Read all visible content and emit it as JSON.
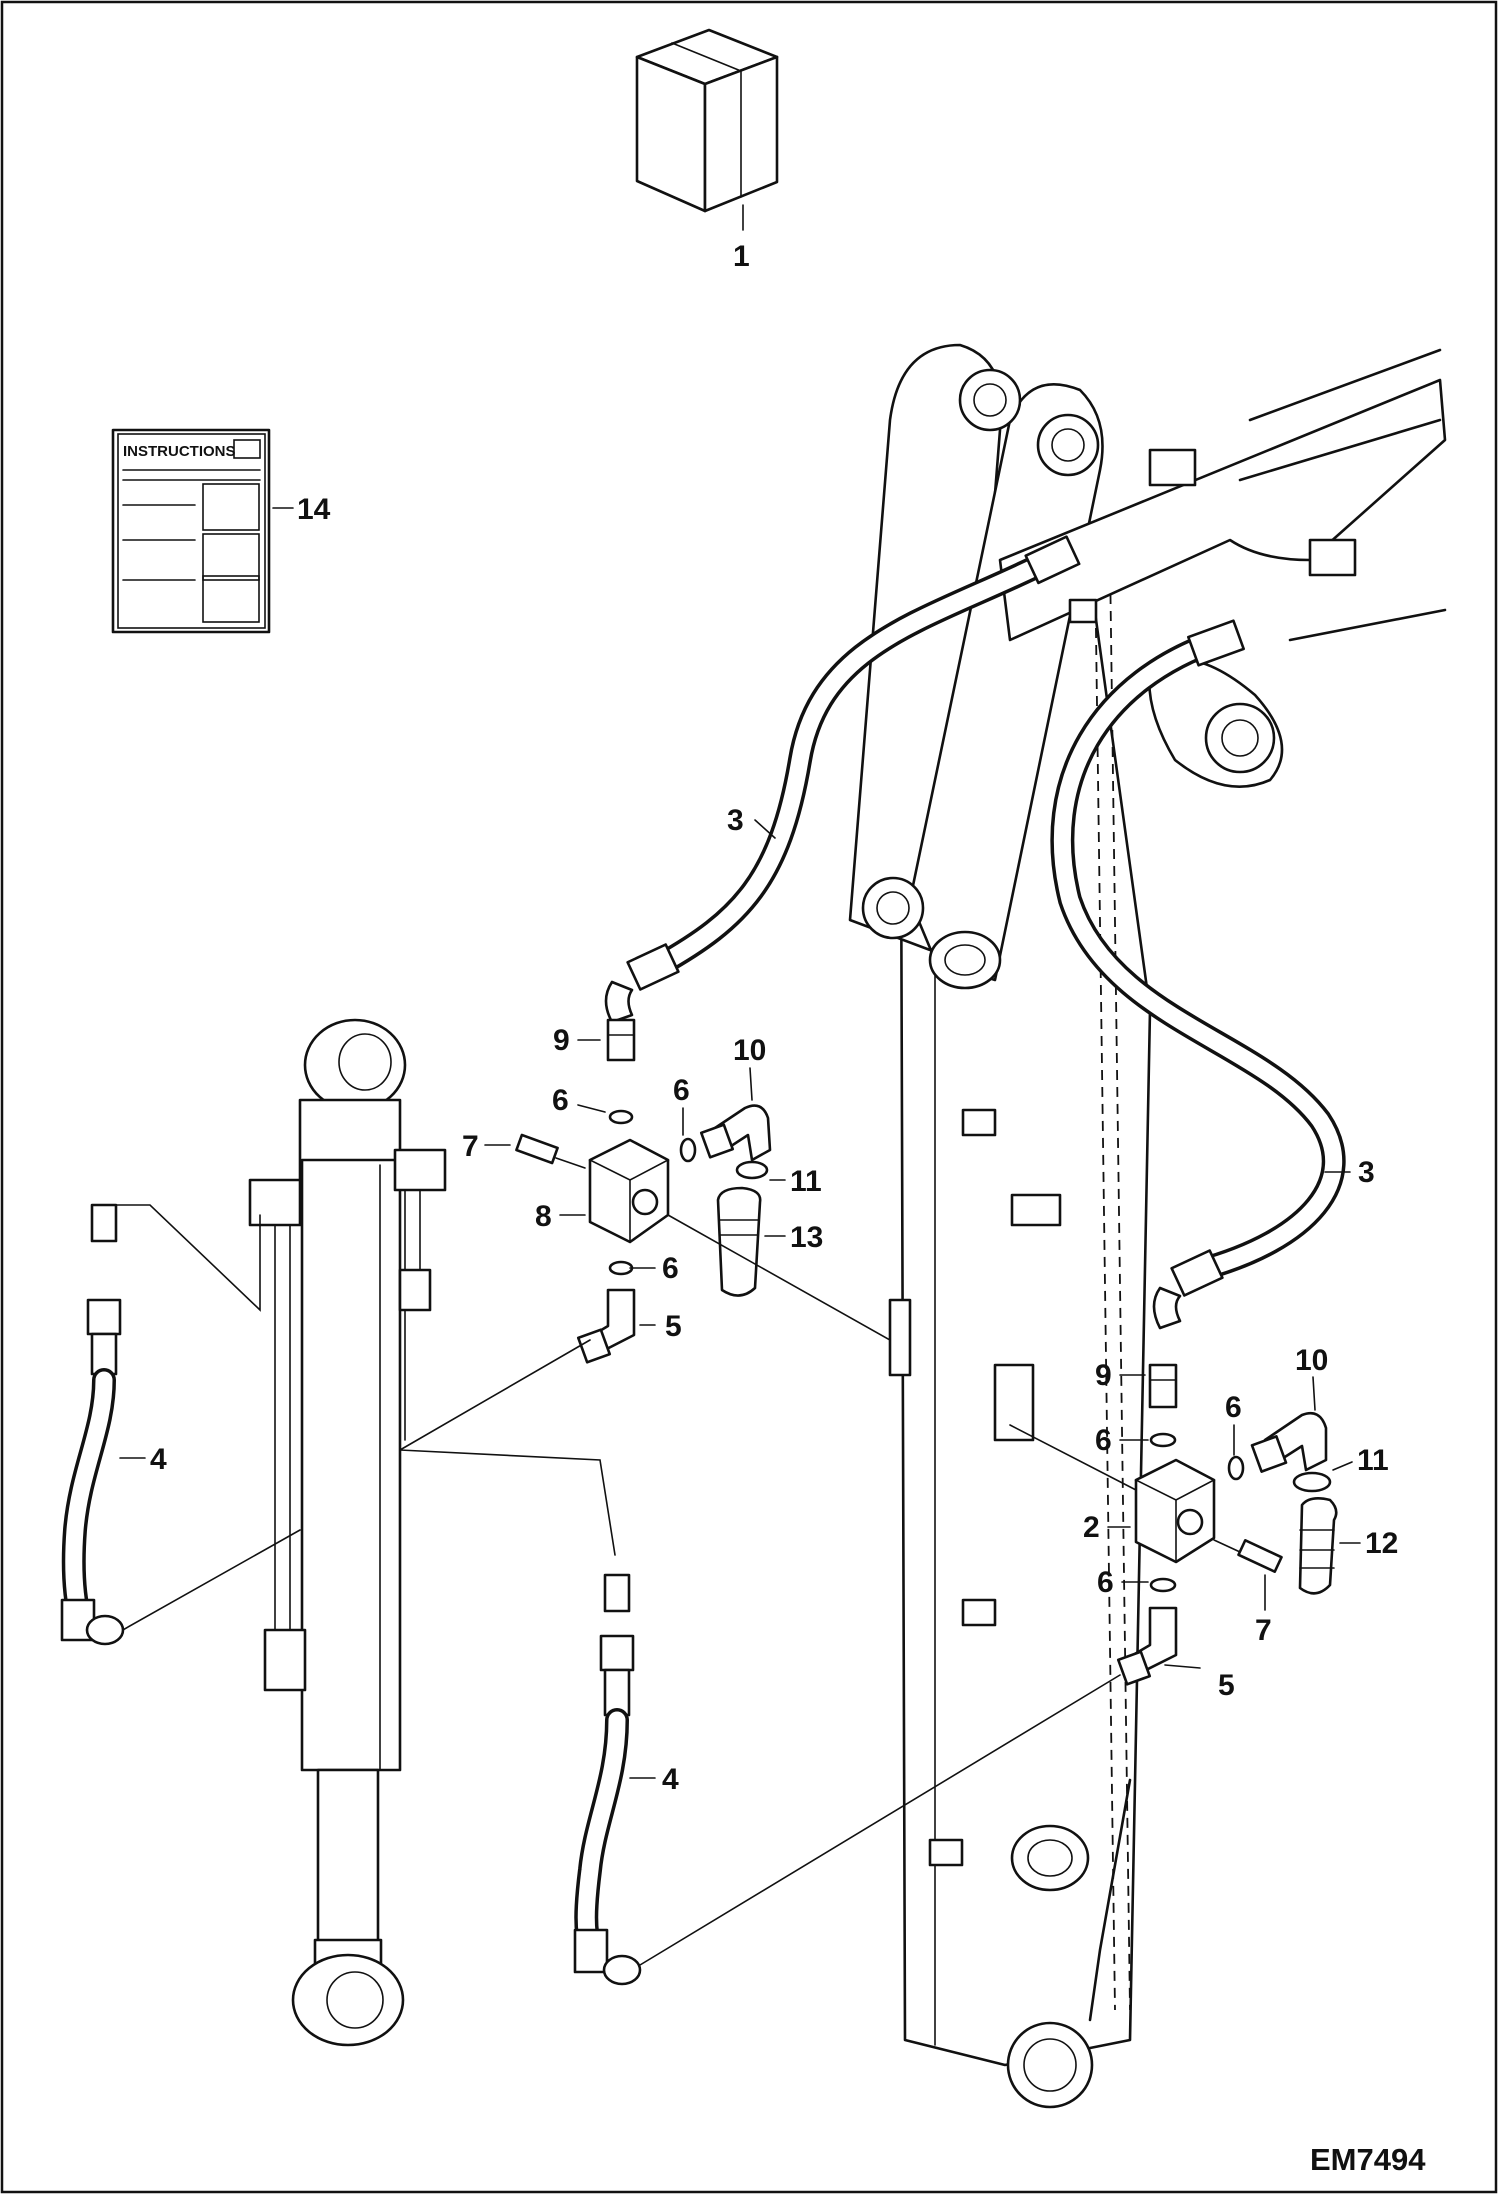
{
  "diagram": {
    "drawing_code": "EM7494",
    "instruction_book_title": "INSTRUCTIONS",
    "callouts": [
      {
        "id": "c1",
        "text": "1"
      },
      {
        "id": "c14",
        "text": "14"
      },
      {
        "id": "c3a",
        "text": "3"
      },
      {
        "id": "c3b",
        "text": "3"
      },
      {
        "id": "c9a",
        "text": "9"
      },
      {
        "id": "c10a",
        "text": "10"
      },
      {
        "id": "c6a",
        "text": "6"
      },
      {
        "id": "c6b",
        "text": "6"
      },
      {
        "id": "c7a",
        "text": "7"
      },
      {
        "id": "c11a",
        "text": "11"
      },
      {
        "id": "c8",
        "text": "8"
      },
      {
        "id": "c13",
        "text": "13"
      },
      {
        "id": "c6c",
        "text": "6"
      },
      {
        "id": "c5a",
        "text": "5"
      },
      {
        "id": "c4a",
        "text": "4"
      },
      {
        "id": "c9b",
        "text": "9"
      },
      {
        "id": "c10b",
        "text": "10"
      },
      {
        "id": "c6d",
        "text": "6"
      },
      {
        "id": "c6e",
        "text": "6"
      },
      {
        "id": "c11b",
        "text": "11"
      },
      {
        "id": "c2",
        "text": "2"
      },
      {
        "id": "c12",
        "text": "12"
      },
      {
        "id": "c6f",
        "text": "6"
      },
      {
        "id": "c7b",
        "text": "7"
      },
      {
        "id": "c5b",
        "text": "5"
      },
      {
        "id": "c4b",
        "text": "4"
      }
    ]
  }
}
